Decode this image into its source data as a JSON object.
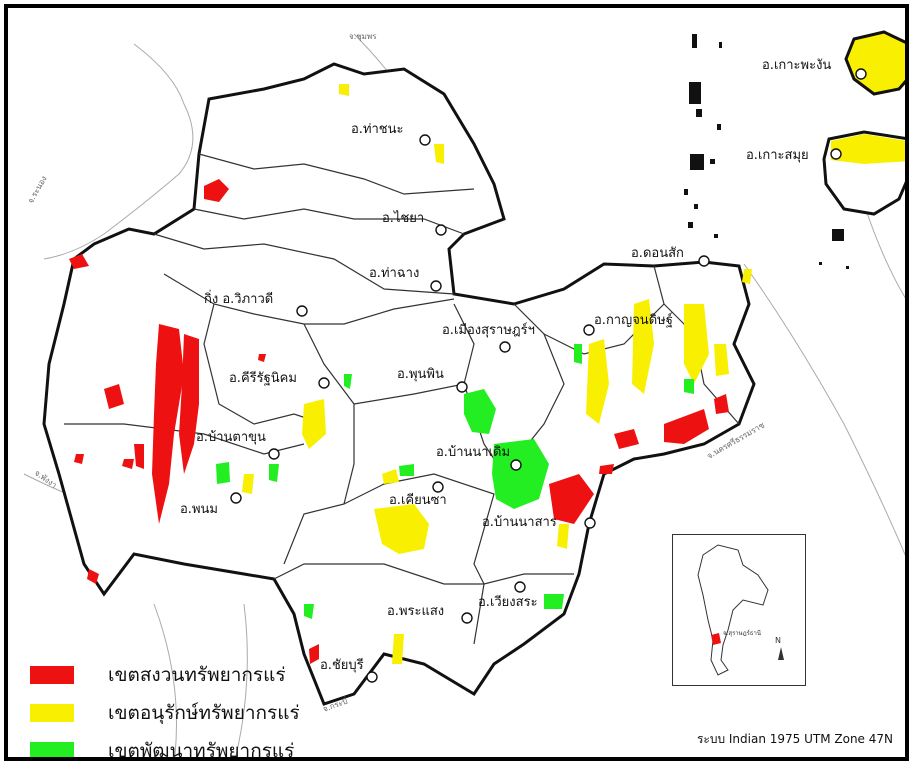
{
  "colors": {
    "mining": "#ee1111",
    "conservation": "#f8f000",
    "development": "#22ee22",
    "boundary": "#111111",
    "river": "#999999"
  },
  "districts": {
    "tha_chana": "อ.ท่าชนะ",
    "chaiya": "อ.ไชยา",
    "tha_chang": "อ.ท่าฉาง",
    "vibhavadi": "กิ่ง อ.วิภาวดี",
    "khiri_rat": "อ.คีรีรัฐนิคม",
    "ban_ta_khun": "อ.บ้านตาขุน",
    "phanom": "อ.พนม",
    "phunphin": "อ.พุนพิน",
    "mueang": "อ.เมืองสุราษฎร์ฯ",
    "kanchanadit": "อ.กาญจนดิษฐ์",
    "don_sak": "อ.ดอนสัก",
    "ko_pha_ngan": "อ.เกาะพะงัน",
    "ko_samui": "อ.เกาะสมุย",
    "ban_na_doem": "อ.บ้านนาเดิม",
    "khian_sa": "อ.เคียนซา",
    "ban_na_san": "อ.บ้านนาสาร",
    "wiang_sa": "อ.เวียงสระ",
    "phrasaeng": "อ.พระแสง",
    "chaiburi": "อ.ชัยบุรี"
  },
  "neighbors": {
    "chumphon": "จ.ชุมพร",
    "ranong": "จ.ระนอง",
    "phangnga": "จ.พังงา",
    "nakhon_si_thammarat": "จ.นครศรีธรรมราช",
    "krabi": "จ.กระบี่"
  },
  "inset": {
    "label": "จ.สุราษฎร์ธานี",
    "north": "N"
  },
  "legend": [
    {
      "label": "เขตสงวนทรัพยากรแร่",
      "color": "#ee1111"
    },
    {
      "label": "เขตอนุรักษ์ทรัพยากรแร่",
      "color": "#f8f000"
    },
    {
      "label": "เขตพัฒนาทรัพยากรแร่",
      "color": "#22ee22"
    }
  ],
  "source": "ระบบ Indian 1975 UTM Zone 47N"
}
